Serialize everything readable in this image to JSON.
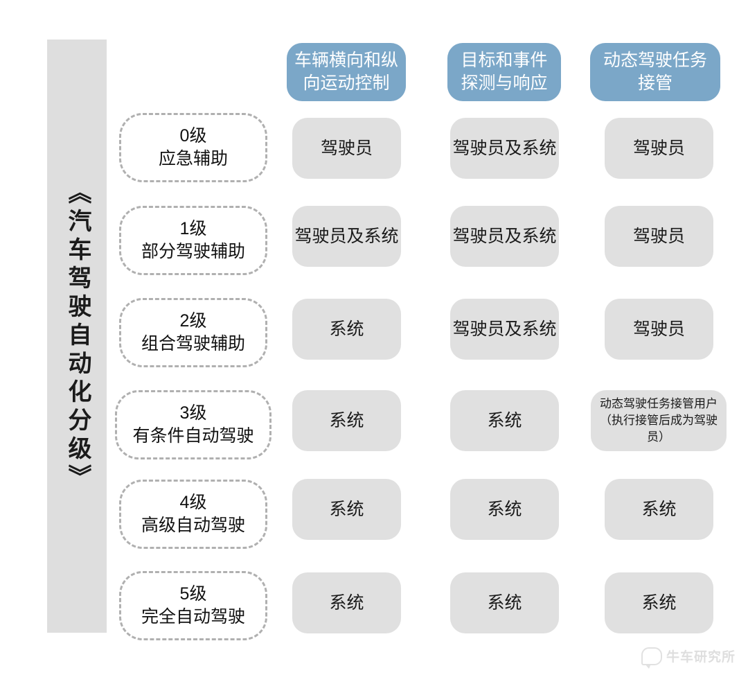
{
  "title": {
    "vertical_text": "《汽车驾驶自动化分级》"
  },
  "headers": [
    {
      "label": "车辆横向和纵向运动控制"
    },
    {
      "label": "目标和事件探测与响应"
    },
    {
      "label": "动态驾驶任务接管"
    }
  ],
  "levels": [
    {
      "num": "0级",
      "name": "应急辅助"
    },
    {
      "num": "1级",
      "name": "部分驾驶辅助"
    },
    {
      "num": "2级",
      "name": "组合驾驶辅助"
    },
    {
      "num": "3级",
      "name": "有条件自动驾驶"
    },
    {
      "num": "4级",
      "name": "高级自动驾驶"
    },
    {
      "num": "5级",
      "name": "完全自动驾驶"
    }
  ],
  "cells": [
    [
      "驾驶员",
      "驾驶员及系统",
      "驾驶员"
    ],
    [
      "驾驶员及系统",
      "驾驶员及系统",
      "驾驶员"
    ],
    [
      "系统",
      "驾驶员及系统",
      "驾驶员"
    ],
    [
      "系统",
      "系统",
      "动态驾驶任务接管用户（执行接管后成为驾驶员）"
    ],
    [
      "系统",
      "系统",
      "系统"
    ],
    [
      "系统",
      "系统",
      "系统"
    ]
  ],
  "watermark": {
    "icon": "speech-bubble-icon",
    "text": "牛车研究所"
  },
  "colors": {
    "header_blue": "#7ba7c8",
    "cell_gray": "#e0e0e0",
    "bar_gray": "#dedede",
    "dashed_border": "#b0b0b0",
    "text_dark": "#1a1a1a"
  }
}
